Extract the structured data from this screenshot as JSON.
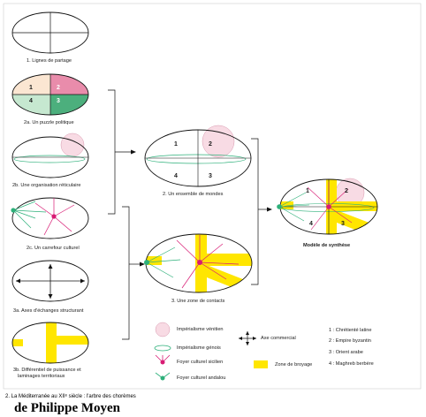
{
  "labels": {
    "p1": "1. Lignes de partage",
    "p2a": "2a. Un puzzle politique",
    "p2b": "2b. Une organisation réticulaire",
    "p2c": "2c. Un carrefour culturel",
    "p3a": "3a. Axes d'échanges structurant",
    "p3b_1": "3b. Différentiel de puissance et",
    "p3b_2": "laminages territoriaux",
    "m2": "2. Un ensemble de mondes",
    "m3": "3. Une zone de contacts",
    "synth": "Modèle de synthèse"
  },
  "numbers": {
    "n1": "1",
    "n2": "2",
    "n3": "3",
    "n4": "4"
  },
  "legend": {
    "venitien": "Impérialisme vénitien",
    "genois": "Impérialisme génois",
    "sicilien": "Foyer culturel sicilien",
    "andalou": "Foyer culturel andalou",
    "axe": "Axe commercial",
    "broyage": "Zone de broyage",
    "k1": "1 : Chrétienté latine",
    "k2": "2 : Empire byzantin",
    "k3": "3 : Orient arabe",
    "k4": "4 : Maghreb berbère"
  },
  "caption": "2. La Méditerranée au XIIᵉ siècle : l'arbre des chorèmes",
  "author": "de Philippe Moyen",
  "colors": {
    "pink": "#f3c8d4",
    "magenta": "#d81b74",
    "green": "#2db07a",
    "lightgreen": "#b9e3c9",
    "yellow": "#ffe600",
    "cream": "#fbe6d2"
  }
}
